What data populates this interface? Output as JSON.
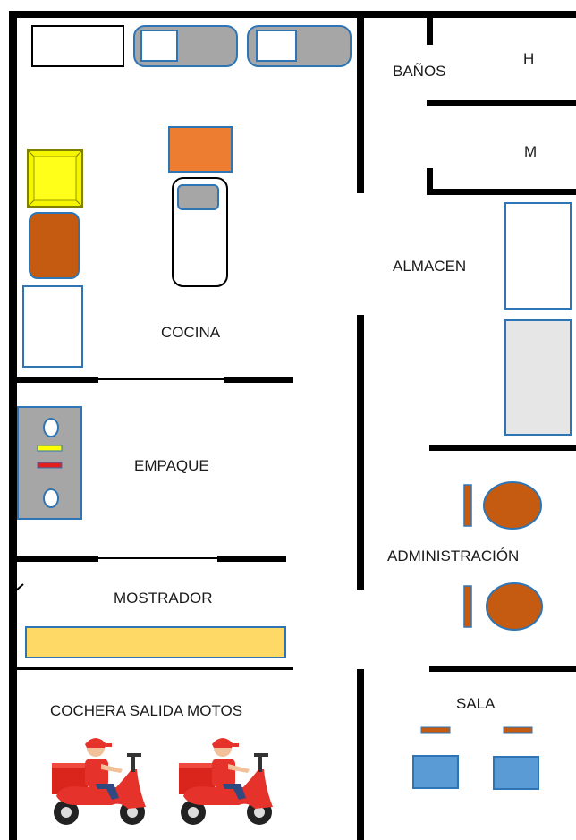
{
  "rooms": {
    "banos": "BAÑOS",
    "hombres": "H",
    "mujeres": "M",
    "almacen": "ALMACEN",
    "cocina": "COCINA",
    "empaque": "EMPAQUE",
    "administracion": "ADMINISTRACIÓN",
    "mostrador": "MOSTRADOR",
    "sala": "SALA",
    "cochera": "COCHERA SALIDA MOTOS"
  },
  "colors": {
    "wall": "#000000",
    "sink_gray": "#a6a6a6",
    "stove_yellow": "#f5f500",
    "oven_brown": "#c55a11",
    "hood_orange": "#ed7d31",
    "empaque_panel": "#a6a6a6",
    "counter_yellow": "#ffd966",
    "desk_brown": "#c55a11",
    "chair_blue": "#5b9bd5",
    "shelf_outline": "#2e75b6",
    "moto_red": "#e5322b"
  },
  "icons": [
    "sink-icon",
    "stove-icon",
    "oven-icon",
    "hood-icon",
    "table-icon",
    "shelf-icon",
    "desk-icon",
    "chair-icon",
    "scooter-icon"
  ]
}
